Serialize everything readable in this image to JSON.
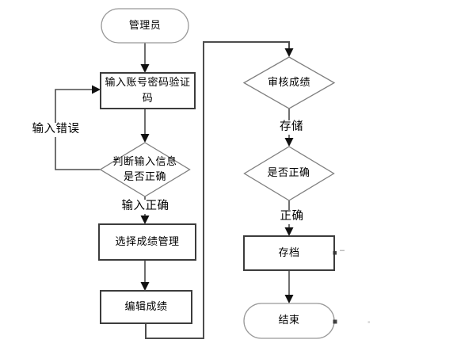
{
  "colors": {
    "background": "#ffffff",
    "connector": "#4d4d4d",
    "arrow": "#111111",
    "process_border": "#3c3c3c",
    "decision_border": "#7f7f7f",
    "terminator_border": "#999999",
    "text": "#000000"
  },
  "nodes": {
    "start": {
      "type": "terminator",
      "label": "管理员"
    },
    "input": {
      "type": "process",
      "label": "输入账号密码验证码"
    },
    "judge": {
      "type": "decision",
      "label": "判断输入信息是否正确"
    },
    "select": {
      "type": "process",
      "label": "选择成绩管理"
    },
    "edit": {
      "type": "process",
      "label": "编辑成绩"
    },
    "review": {
      "type": "decision",
      "label": "审核成绩"
    },
    "verify": {
      "type": "decision",
      "label": "是否正确"
    },
    "archive": {
      "type": "process",
      "label": "存档"
    },
    "end": {
      "type": "terminator",
      "label": "结束"
    }
  },
  "edge_labels": {
    "input_error": "输入错误",
    "input_ok": "输入正确",
    "store": "存储",
    "correct": "正确"
  }
}
